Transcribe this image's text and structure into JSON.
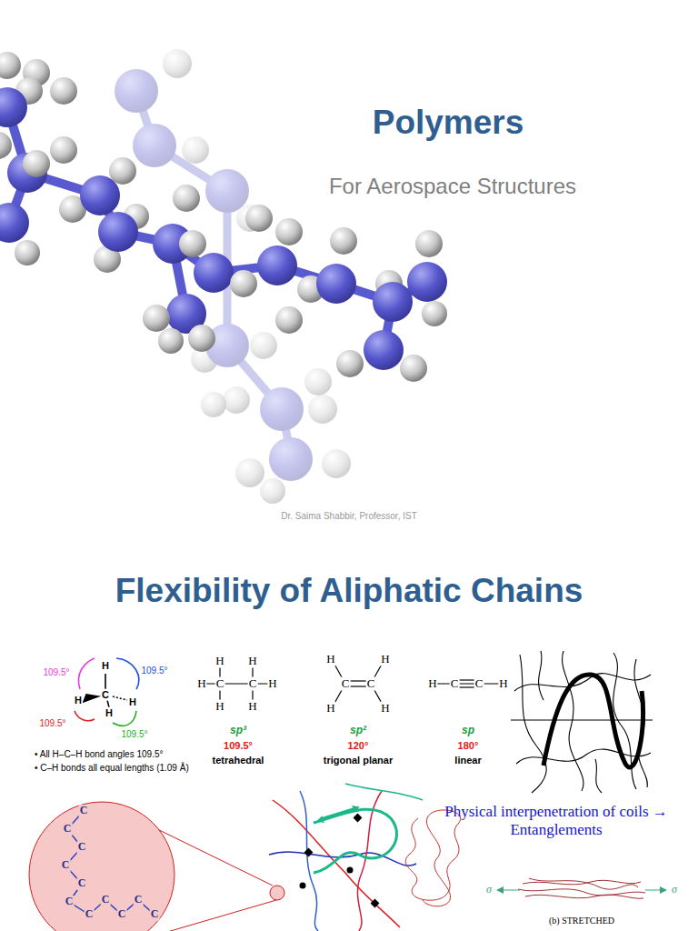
{
  "diagram": {
    "title": "Polymers",
    "labels": [
      "For Aerospace Structures",
      "Dr. Saima Shabbir, Professor, IST",
      "Flexibility of Aliphatic Chains",
      "109.5°",
      "109.5°",
      "H",
      "H",
      "C",
      "H",
      "H",
      "109.5°",
      "109.5°",
      "• All H–C–H bond angles 109.5°",
      "• C–H bonds all equal lengths (1.09 Å)",
      "H",
      "H",
      "H",
      "C",
      "C",
      "H",
      "H",
      "H",
      "H",
      "H",
      "C",
      "C",
      "H",
      "H",
      "H",
      "C",
      "C",
      "H",
      "sp³",
      "109.5°",
      "tetrahedral",
      "sp²",
      "120°",
      "trigonal planar",
      "sp",
      "180°",
      "linear",
      "Physical interpenetration of coils → Entanglements",
      "σ",
      "σ",
      "C",
      "C",
      "C",
      "C",
      "C",
      "C",
      "C",
      "C",
      "C",
      "C",
      "C",
      "(b) STRETCHED"
    ]
  }
}
